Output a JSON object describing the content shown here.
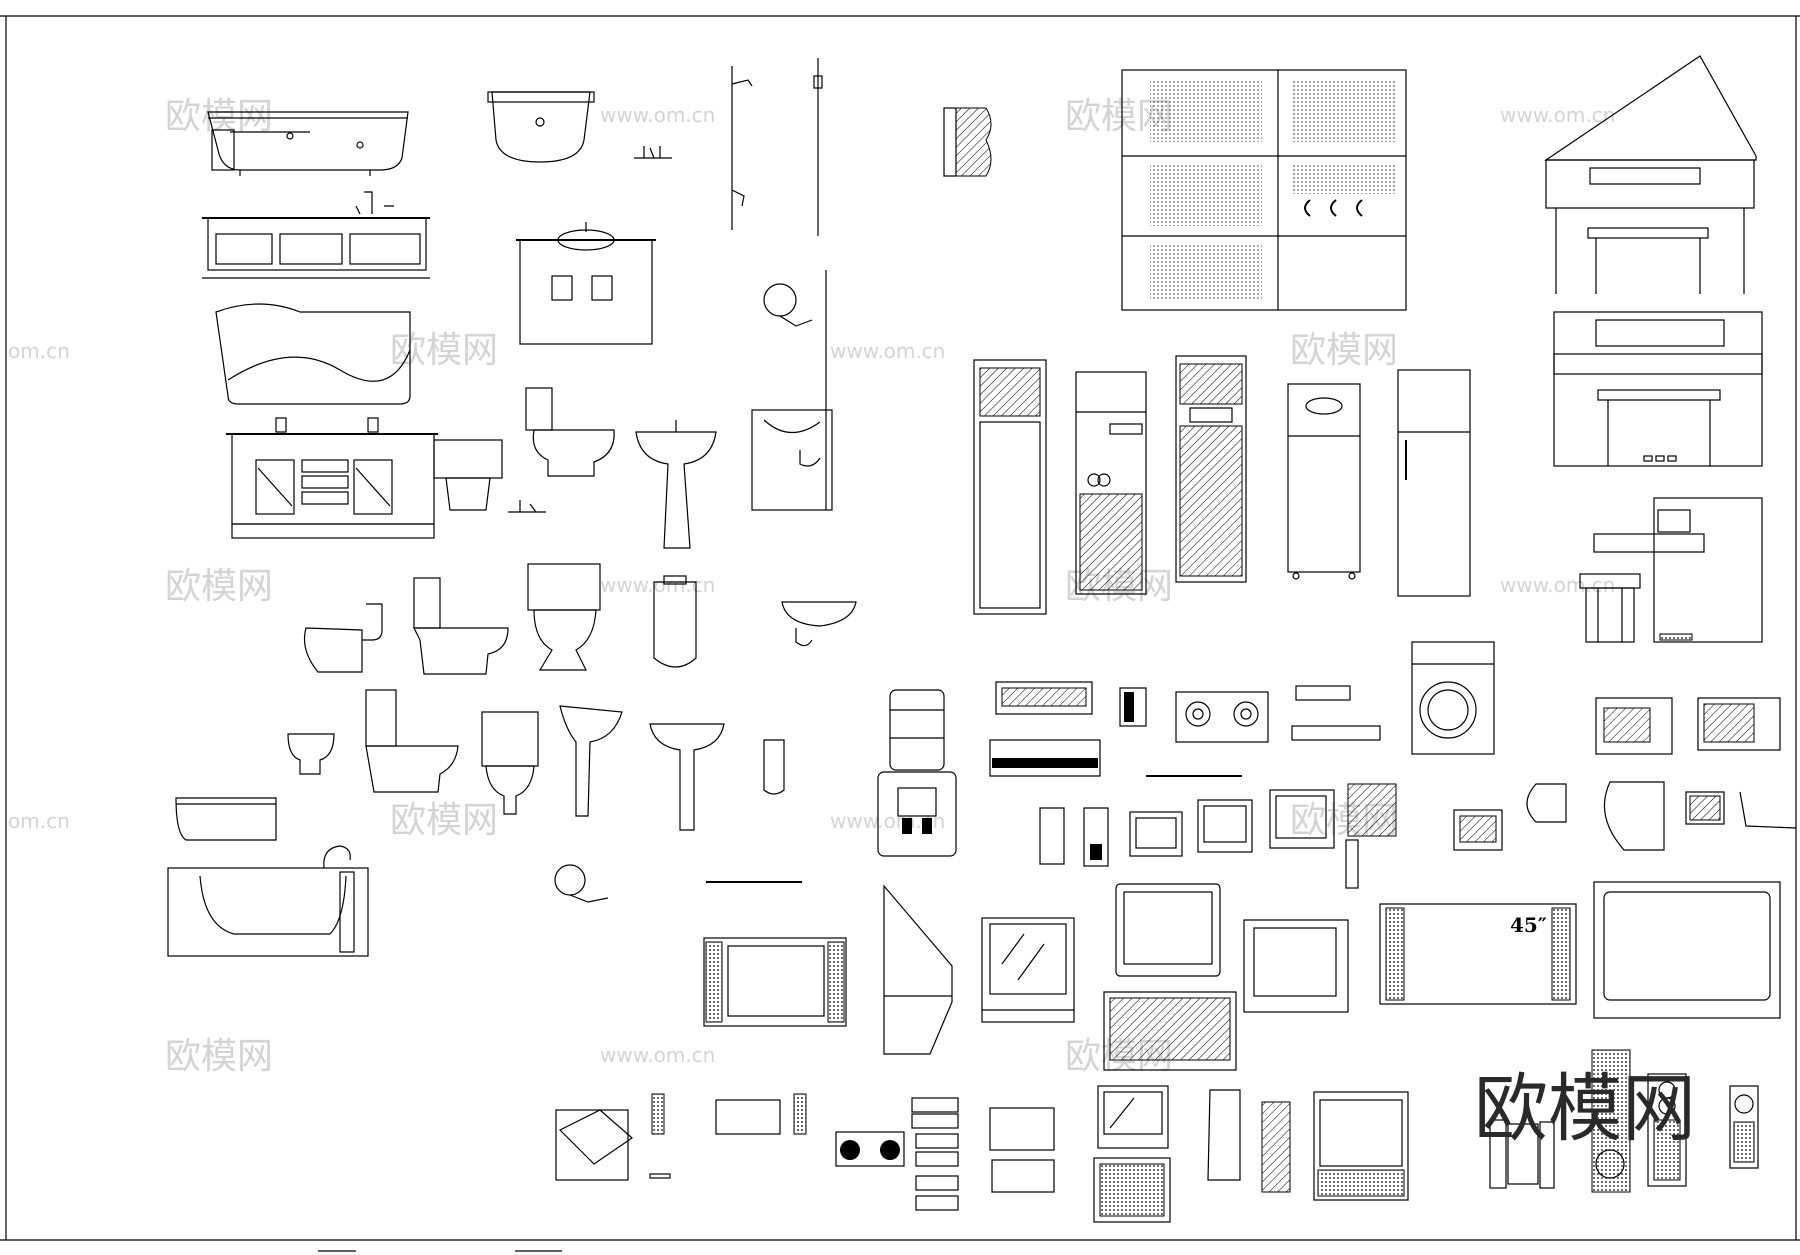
{
  "drawing": {
    "title": "Sanitary ware and electrical appliance CAD elevation blocks",
    "tv_size_label": "45″"
  },
  "watermark": {
    "cn": "欧模网",
    "url": "www.om.cn",
    "url_cut": "om.cn",
    "logo": "欧模网"
  },
  "icons": [
    "bathtub",
    "vanity",
    "toilet",
    "wash-basin",
    "urinal",
    "shower",
    "mirror",
    "piano",
    "air-conditioner",
    "refrigerator",
    "washing-machine",
    "microwave",
    "monitor",
    "television",
    "speaker",
    "audio-equipment",
    "water-dispenser",
    "gas-stove"
  ]
}
